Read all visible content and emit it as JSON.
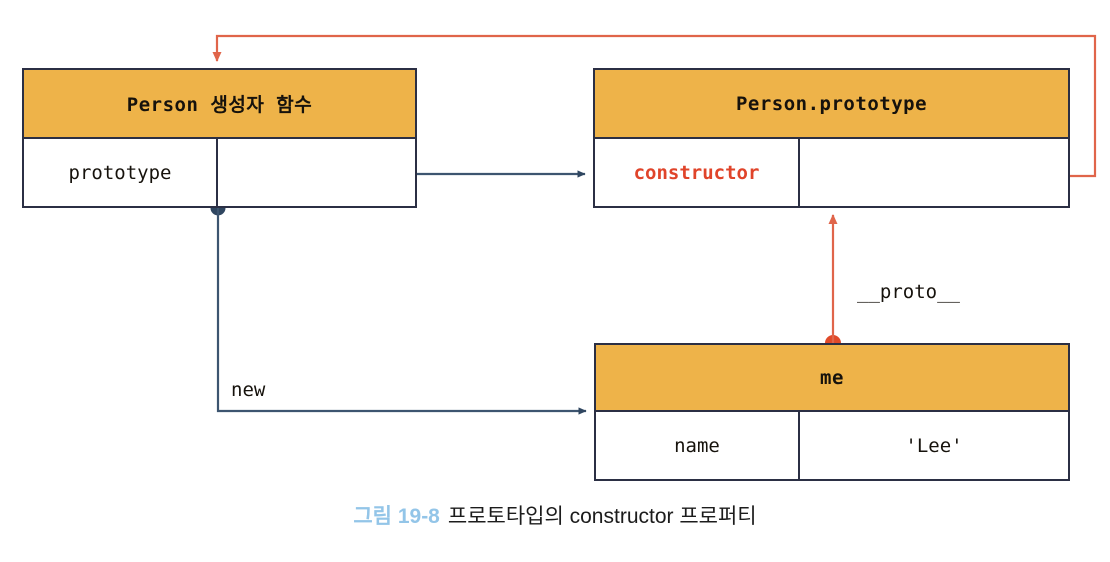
{
  "diagram": {
    "title": "프로토타입의 constructor 프로퍼티",
    "colors": {
      "header_fill": "#eeb349",
      "box_border": "#2b2f44",
      "blue_wire": "#3d5570",
      "red_wire": "#e0654a",
      "accent_red": "#e0442a",
      "caption_blue": "#93c5e8"
    },
    "boxes": [
      {
        "id": "person-constructor",
        "header": "Person 생성자 함수",
        "rows": [
          {
            "key": "prototype",
            "value": ""
          }
        ]
      },
      {
        "id": "person-prototype",
        "header": "Person.prototype",
        "rows": [
          {
            "key": "constructor",
            "value": ""
          }
        ]
      },
      {
        "id": "me-object",
        "header": "me",
        "rows": [
          {
            "key": "name",
            "value": "'Lee'"
          }
        ]
      }
    ],
    "edge_labels": {
      "proto": "__proto__",
      "new": "new"
    }
  },
  "caption": {
    "figure_number": "그림 19-8",
    "text": "프로토타입의 constructor 프로퍼티"
  }
}
